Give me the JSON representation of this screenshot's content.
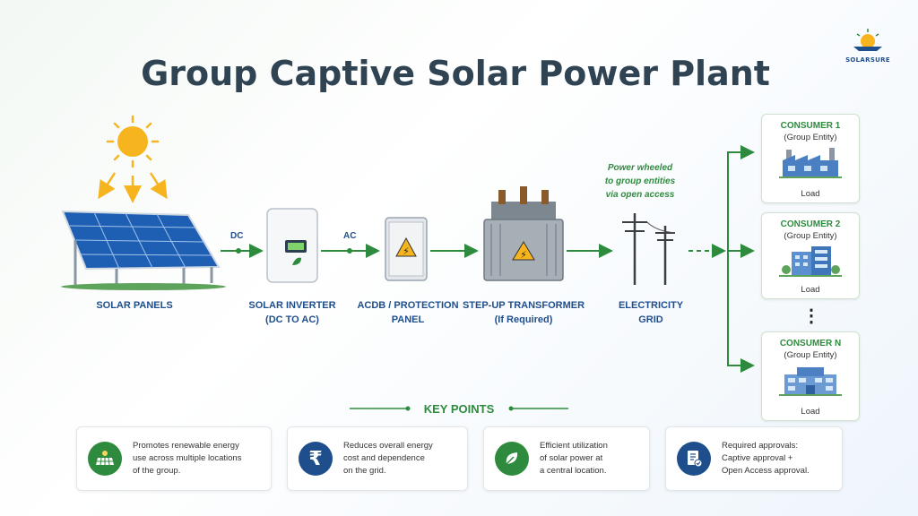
{
  "brand": {
    "logo_text": "SOLARSURE"
  },
  "title": "Group Captive Solar Power Plant",
  "flow": {
    "dc_tag": "DC",
    "ac_tag": "AC",
    "wheel_note": [
      "Power wheeled",
      "to group entities",
      "via open access"
    ]
  },
  "nodes": {
    "panels": [
      "SOLAR PANELS"
    ],
    "inverter": [
      "SOLAR INVERTER",
      "(DC TO AC)"
    ],
    "acdb": [
      "ACDB / PROTECTION",
      "PANEL"
    ],
    "transformer": [
      "STEP-UP TRANSFORMER",
      "(If Required)"
    ],
    "grid": [
      "ELECTRICITY",
      "GRID"
    ]
  },
  "consumers": [
    {
      "name": "CONSUMER 1",
      "sub": "(Group Entity)",
      "load": "Load"
    },
    {
      "name": "CONSUMER 2",
      "sub": "(Group Entity)",
      "load": "Load"
    },
    {
      "name": "CONSUMER N",
      "sub": "(Group Entity)",
      "load": "Load"
    }
  ],
  "ellipsis": "⋮",
  "key_points": {
    "title": "KEY POINTS",
    "items": [
      {
        "icon": "solar-panel-icon",
        "lines": [
          "Promotes renewable energy",
          "use across multiple locations",
          "of the group."
        ]
      },
      {
        "icon": "rupee-icon",
        "lines": [
          "Reduces overall energy",
          "cost and dependence",
          "on the grid."
        ]
      },
      {
        "icon": "leaf-icon",
        "lines": [
          "Efficient utilization",
          "of solar power at",
          "a central location."
        ]
      },
      {
        "icon": "document-check-icon",
        "lines": [
          "Required approvals:",
          "Captive approval +",
          "Open Access approval."
        ]
      }
    ]
  },
  "colors": {
    "green": "#2e8b3e",
    "navy": "#1f4e8c",
    "sun": "#f6b51e"
  }
}
